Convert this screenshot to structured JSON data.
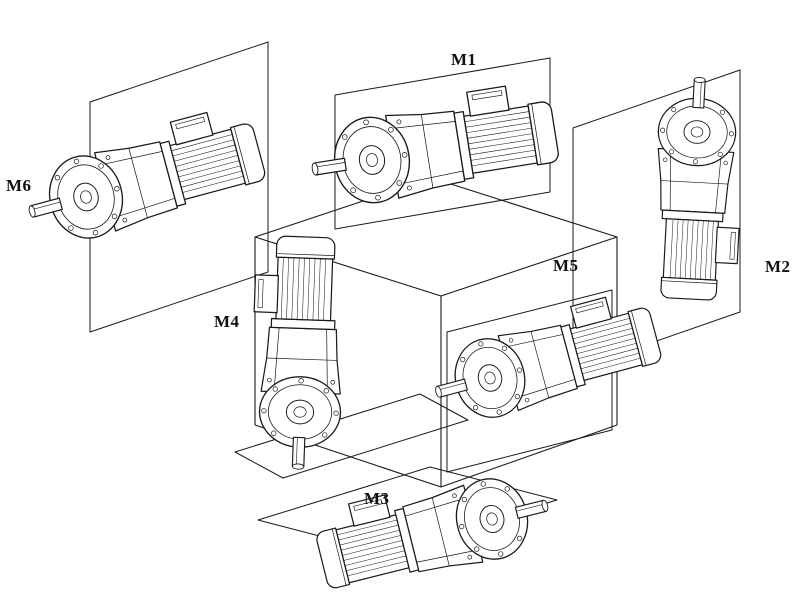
{
  "diagram": {
    "kind": "gearmotor-mounting-positions",
    "background_color": "#ffffff",
    "line_color": "#1a1a1a",
    "labels": {
      "m1": "M1",
      "m2": "M2",
      "m3": "M3",
      "m4": "M4",
      "m5": "M5",
      "m6": "M6"
    }
  }
}
